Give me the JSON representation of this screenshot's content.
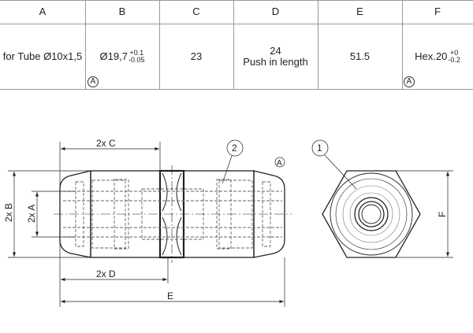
{
  "table": {
    "headers": [
      "A",
      "B",
      "C",
      "D",
      "E",
      "F"
    ],
    "values": {
      "A": "for Tube Ø10x1,5",
      "B_main": "Ø19,7",
      "B_tol_upper": "+0.1",
      "B_tol_lower": "-0.05",
      "C": "23",
      "D_value": "24",
      "D_note": "Push in length",
      "E": "51.5",
      "F_main": "Hex.20",
      "F_tol_upper": "+0",
      "F_tol_lower": "-0.2"
    },
    "marker": "A"
  },
  "drawing": {
    "dims": {
      "c": "2x C",
      "d": "2x D",
      "e": "E",
      "b": "2x B",
      "a": "2x A",
      "f": "F"
    },
    "callouts": {
      "part1": "1",
      "part2": "2",
      "marker": "A"
    }
  }
}
